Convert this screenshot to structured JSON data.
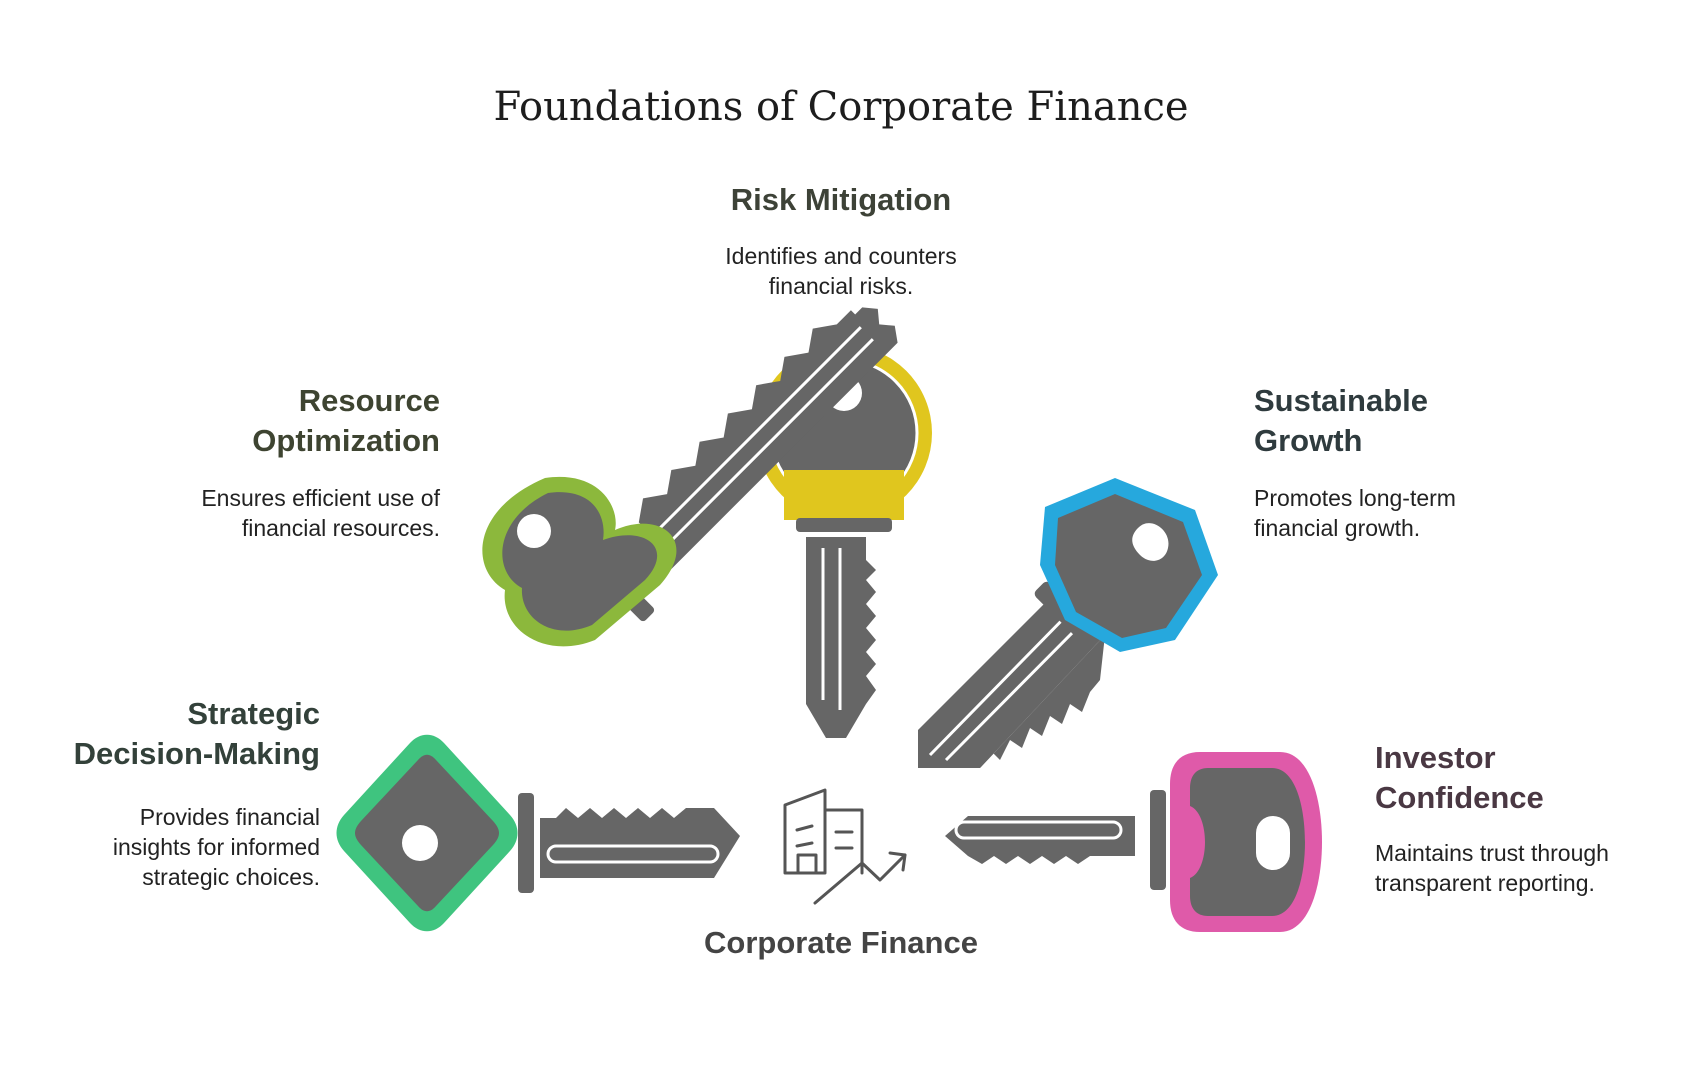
{
  "title": "Foundations of Corporate Finance",
  "center": {
    "label": "Corporate Finance",
    "icon": "building-growth-icon"
  },
  "colors": {
    "key_body": "#666666",
    "risk": "#e0c61e",
    "resource": "#8cb83c",
    "sustainable": "#26a8dd",
    "strategic": "#3fc47f",
    "investor": "#df5aa9"
  },
  "items": {
    "risk": {
      "heading": [
        "Risk Mitigation"
      ],
      "description": [
        "Identifies and counters",
        "financial risks."
      ],
      "color": "#e0c61e"
    },
    "resource": {
      "heading": [
        "Resource",
        "Optimization"
      ],
      "description": [
        "Ensures efficient use of",
        "financial resources."
      ],
      "color": "#8cb83c"
    },
    "sustainable": {
      "heading": [
        "Sustainable",
        "Growth"
      ],
      "description": [
        "Promotes long-term",
        "financial growth."
      ],
      "color": "#26a8dd"
    },
    "strategic": {
      "heading": [
        "Strategic",
        "Decision-Making"
      ],
      "description": [
        "Provides financial",
        "insights for informed",
        "strategic choices."
      ],
      "color": "#3fc47f"
    },
    "investor": {
      "heading": [
        "Investor",
        "Confidence"
      ],
      "description": [
        "Maintains trust through",
        "transparent reporting."
      ],
      "color": "#df5aa9"
    }
  }
}
